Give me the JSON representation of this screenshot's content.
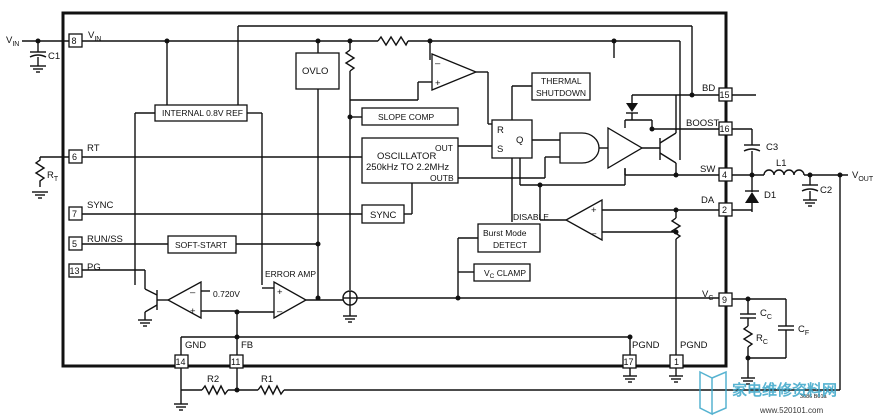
{
  "inputs": {
    "vin_label": "V",
    "vin_sub": "IN",
    "c1": "C1"
  },
  "chip_pins": {
    "p8": {
      "num": "8",
      "label": "V",
      "sub": "IN"
    },
    "p6": {
      "num": "6",
      "label": "RT"
    },
    "p7": {
      "num": "7",
      "label": "SYNC"
    },
    "p5": {
      "num": "5",
      "label": "RUN/SS"
    },
    "p13": {
      "num": "13",
      "label": "PG"
    },
    "p14": {
      "num": "14",
      "label": "GND"
    },
    "p11": {
      "num": "11",
      "label": "FB"
    },
    "p17": {
      "num": "17",
      "label": "PGND"
    },
    "p1": {
      "num": "1",
      "label": "PGND"
    },
    "p15": {
      "num": "15",
      "label": "BD"
    },
    "p16": {
      "num": "16",
      "label": "BOOST"
    },
    "p4": {
      "num": "4",
      "label": "SW"
    },
    "p2": {
      "num": "2",
      "label": "DA"
    },
    "p9": {
      "num": "9",
      "label": "V",
      "sub": "C"
    }
  },
  "blocks": {
    "ovlo": "OVLO",
    "ref": "INTERNAL 0.8V REF",
    "slope": "SLOPE COMP",
    "osc_line1": "OSCILLATOR",
    "osc_line2": "250kHz TO 2.2MHz",
    "osc_out": "OUT",
    "osc_outb": "OUTB",
    "sync": "SYNC",
    "softstart": "SOFT-START",
    "thermal1": "THERMAL",
    "thermal2": "SHUTDOWN",
    "burst1": "Burst Mode",
    "burst2": "DETECT",
    "vcclamp": "V",
    "vcclamp_sub": "C",
    "vcclamp_rest": " CLAMP",
    "error_amp": "ERROR AMP",
    "pg_ref": "0.720V",
    "disable": "DISABLE",
    "ff_r": "R",
    "ff_s": "S",
    "ff_q": "Q"
  },
  "external": {
    "rt": "R",
    "rt_sub": "T",
    "c3": "C3",
    "l1": "L1",
    "d1": "D1",
    "c2": "C2",
    "vout": "V",
    "vout_sub": "OUT",
    "cc": "C",
    "cc_sub": "C",
    "rc": "R",
    "rc_sub": "C",
    "cf": "C",
    "cf_sub": "F",
    "r1": "R1",
    "r2": "R2"
  },
  "part_code": "3686 B01a",
  "watermark": {
    "cn": "家电维修资料网",
    "url": "www.520101.com"
  }
}
